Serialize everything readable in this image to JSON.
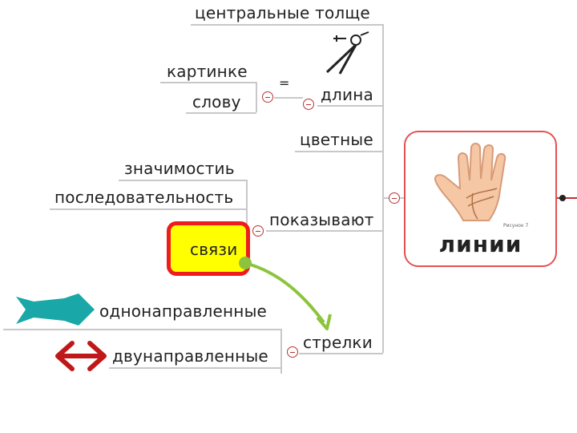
{
  "central": {
    "label": "линии",
    "figure_caption": "Рисунок 7"
  },
  "nodes": {
    "thickness": "центральные толще",
    "picture": "картинке",
    "word": "слову",
    "equals": "=",
    "length": "длина",
    "colored": "цветные",
    "importance": "значимостиь",
    "sequence": "последовательность",
    "show": "показывают",
    "links": "связи",
    "one_way": "однонаправленные",
    "two_way": "двунаправленные",
    "arrows": "стрелки"
  },
  "colors": {
    "branch_line": "#c8c8c8",
    "central_border": "#e35252",
    "links_fill": "#ffff00",
    "links_border": "#ee1c1c",
    "connector_arrow": "#8cc43c",
    "fish_arrow": "#1aa7a7",
    "double_arrow": "#c01818"
  },
  "icons": [
    "compass-icon",
    "palm-hand-icon",
    "fish-arrow-icon",
    "double-arrow-icon"
  ]
}
